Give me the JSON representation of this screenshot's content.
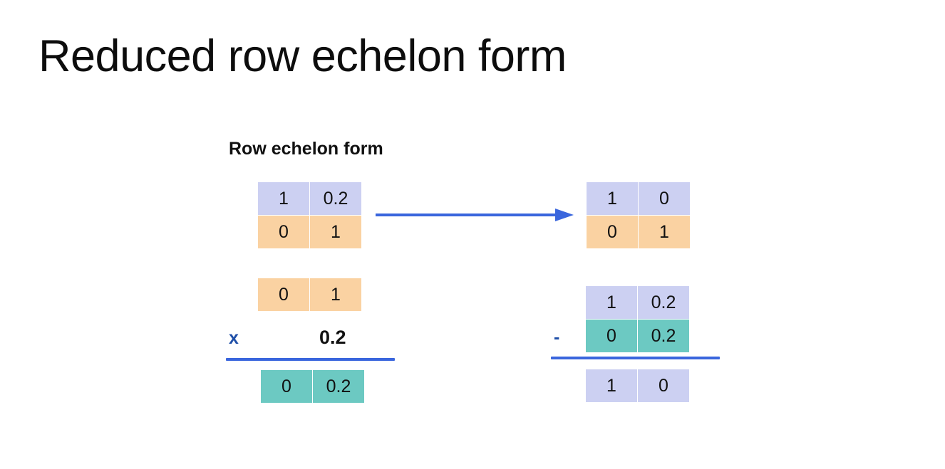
{
  "slide": {
    "title": "Reduced row echelon form",
    "section_caption": "Row echelon form",
    "background_color": "#ffffff"
  },
  "colors": {
    "lavender": "#ccd0f2",
    "orange": "#fad2a2",
    "teal": "#6cc9c2",
    "blue_accent": "#3a66dd",
    "operator_blue": "#1f4fa8",
    "text": "#111111"
  },
  "matrices": {
    "source_matrix": {
      "label": "row-echelon-matrix",
      "rows": [
        {
          "color": "lavender",
          "cells": [
            "1",
            "0.2"
          ]
        },
        {
          "color": "orange",
          "cells": [
            "0",
            "1"
          ]
        }
      ]
    },
    "result_matrix": {
      "label": "reduced-row-echelon-matrix",
      "rows": [
        {
          "color": "lavender",
          "cells": [
            "1",
            "0"
          ]
        },
        {
          "color": "orange",
          "cells": [
            "0",
            "1"
          ]
        }
      ]
    },
    "left_operation": {
      "label": "scale-row-operation",
      "operand_row": {
        "color": "orange",
        "cells": [
          "0",
          "1"
        ]
      },
      "operator": "x",
      "scalar": "0.2",
      "result_row": {
        "color": "teal",
        "cells": [
          "0",
          "0.2"
        ]
      }
    },
    "right_operation": {
      "label": "subtract-row-operation",
      "minuend_row": {
        "color": "lavender",
        "cells": [
          "1",
          "0.2"
        ]
      },
      "subtrahend_row": {
        "color": "teal",
        "cells": [
          "0",
          "0.2"
        ]
      },
      "operator": "-",
      "result_row": {
        "color": "lavender",
        "cells": [
          "1",
          "0"
        ]
      }
    }
  },
  "arrow": {
    "name": "transform-arrow",
    "direction": "right",
    "color": "#3a66dd"
  }
}
